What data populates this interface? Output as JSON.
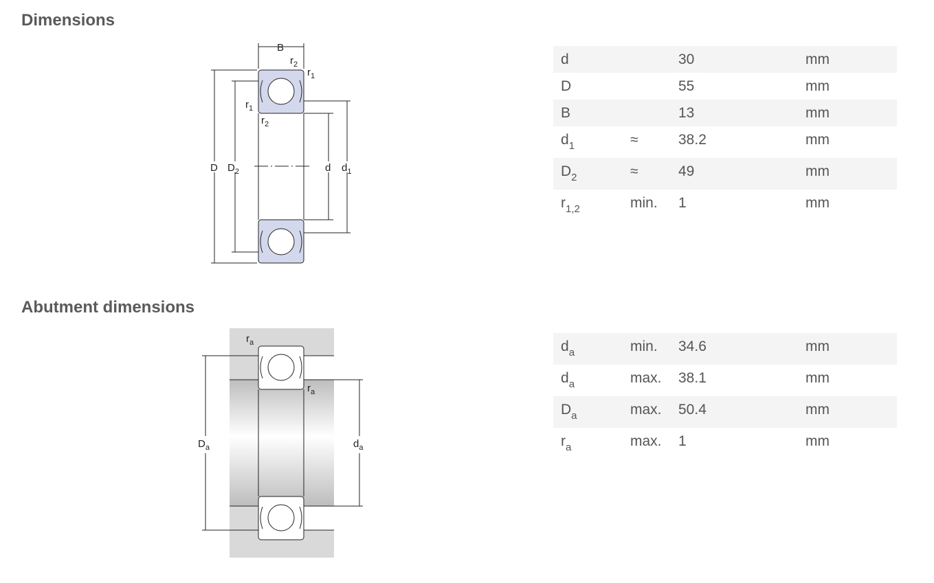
{
  "sections": {
    "dimensions": {
      "title": "Dimensions",
      "rows": [
        {
          "symbol": "d",
          "sub": "",
          "qualifier": "",
          "value": "30",
          "unit": "mm"
        },
        {
          "symbol": "D",
          "sub": "",
          "qualifier": "",
          "value": "55",
          "unit": "mm"
        },
        {
          "symbol": "B",
          "sub": "",
          "qualifier": "",
          "value": "13",
          "unit": "mm"
        },
        {
          "symbol": "d",
          "sub": "1",
          "qualifier": "≈",
          "value": "38.2",
          "unit": "mm"
        },
        {
          "symbol": "D",
          "sub": "2",
          "qualifier": "≈",
          "value": "49",
          "unit": "mm"
        },
        {
          "symbol": "r",
          "sub": "1,2",
          "qualifier": "min.",
          "value": "1",
          "unit": "mm"
        }
      ],
      "diagram_labels": {
        "B": "B",
        "r": "r",
        "d": "d",
        "D": "D",
        "sub_1": "1",
        "sub_2": "2"
      }
    },
    "abutment": {
      "title": "Abutment dimensions",
      "rows": [
        {
          "symbol": "d",
          "sub": "a",
          "qualifier": "min.",
          "value": "34.6",
          "unit": "mm"
        },
        {
          "symbol": "d",
          "sub": "a",
          "qualifier": "max.",
          "value": "38.1",
          "unit": "mm"
        },
        {
          "symbol": "D",
          "sub": "a",
          "qualifier": "max.",
          "value": "50.4",
          "unit": "mm"
        },
        {
          "symbol": "r",
          "sub": "a",
          "qualifier": "max.",
          "value": "1",
          "unit": "mm"
        }
      ],
      "diagram_labels": {
        "r": "r",
        "d": "d",
        "D": "D",
        "sub_a": "a"
      }
    }
  },
  "colors": {
    "ring_fill": "#d3d8ec",
    "housing_fill": "#d9d9d9",
    "row_stripe": "#f4f4f4",
    "text": "#555555"
  }
}
